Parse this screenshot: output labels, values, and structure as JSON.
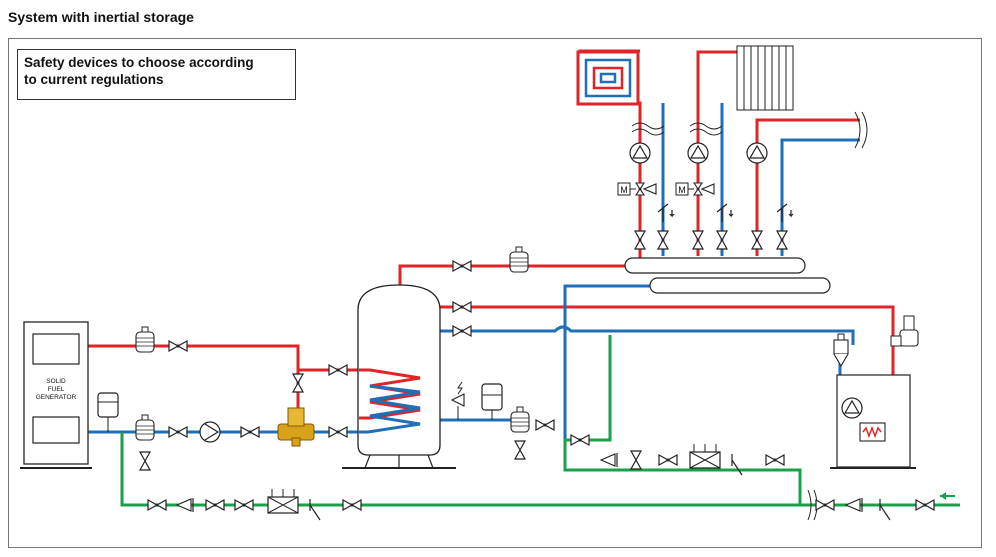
{
  "title": "System with inertial storage",
  "note": {
    "line1": "Safety devices to choose according",
    "line2": "to current regulations"
  },
  "generator": {
    "line1": "SOLID",
    "line2": "FUEL",
    "line3": "GENERATOR"
  },
  "colors": {
    "flow": "#e02428",
    "return": "#1e6fb8",
    "cold_water": "#1aa04a",
    "equipment": "#444444",
    "valve_body": "#d9a21b"
  },
  "icons": [
    "pump-icon",
    "valve-icon",
    "motorized-valve-icon",
    "check-valve-icon",
    "expansion-vessel-icon",
    "air-vent-icon",
    "radiator-icon",
    "floor-heating-coil-icon",
    "filter-icon",
    "pressure-reducer-icon",
    "arrow-right-icon"
  ]
}
